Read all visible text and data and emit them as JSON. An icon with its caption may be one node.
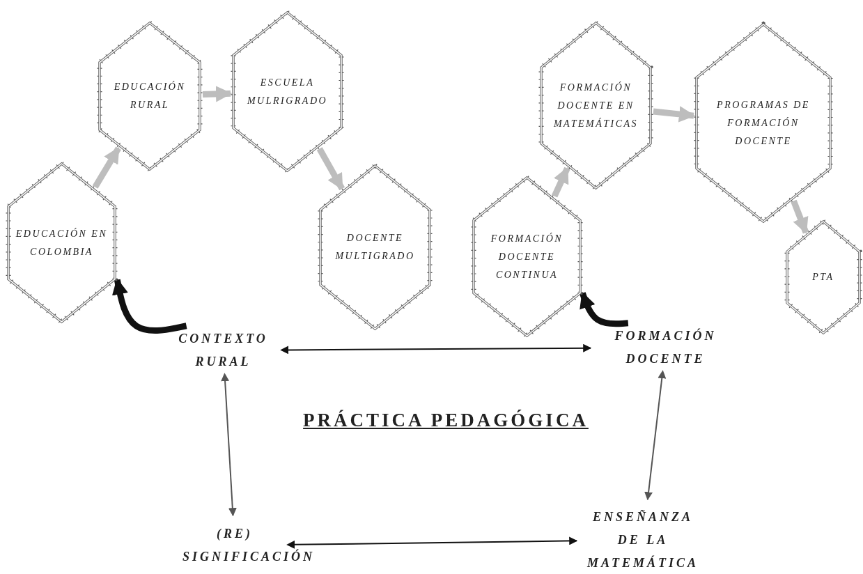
{
  "diagram": {
    "title": "PRÁCTICA PEDAGÓGICA",
    "nodes": [
      {
        "text": [
          "EDUCACIÓN EN COLOMBIA"
        ]
      },
      {
        "text": [
          "EDUCACIÓN RURAL"
        ]
      },
      {
        "text": [
          "ESCUELA MULRIGRADO"
        ]
      },
      {
        "text": [
          "DOCENTE MULTIGRADO"
        ]
      },
      {
        "text": [
          "FORMACIÓN DOCENTE CONTINUA"
        ]
      },
      {
        "text": [
          "FORMACIÓN DOCENTE EN MATEMÁTICAS"
        ]
      },
      {
        "text": [
          "PROGRAMAS DE FORMACIÓN DOCENTE"
        ]
      },
      {
        "text": [
          "PTA"
        ]
      },
      {
        "text": [
          "CONTEXTO RURAL"
        ]
      },
      {
        "text": [
          "FORMACIÓN DOCENTE"
        ]
      },
      {
        "text": [
          "(RE) SIGNIFICACIÓN"
        ]
      },
      {
        "text": [
          "ENSEÑANZA DE LA MATEMÁTICA"
        ]
      }
    ],
    "edges": [
      {
        "from": 0,
        "to": 1,
        "arrow": "to"
      },
      {
        "from": 1,
        "to": 2,
        "arrow": "to"
      },
      {
        "from": 2,
        "to": 3,
        "arrow": "to"
      },
      {
        "from": 4,
        "to": 5,
        "arrow": "to"
      },
      {
        "from": 5,
        "to": 6,
        "arrow": "to"
      },
      {
        "from": 6,
        "to": 7,
        "arrow": "to"
      },
      {
        "from": 8,
        "to": 0,
        "arrow": "to",
        "color": "#111111"
      },
      {
        "from": 9,
        "to": 4,
        "arrow": "to",
        "color": "#111111"
      },
      {
        "from": 8,
        "to": 9,
        "arrow": "both",
        "color": "#111111"
      },
      {
        "from": 8,
        "to": 10,
        "arrow": "both",
        "color": "#555555"
      },
      {
        "from": 9,
        "to": 11,
        "arrow": "both",
        "color": "#555555"
      },
      {
        "from": 10,
        "to": 11,
        "arrow": "both",
        "color": "#111111"
      }
    ]
  }
}
